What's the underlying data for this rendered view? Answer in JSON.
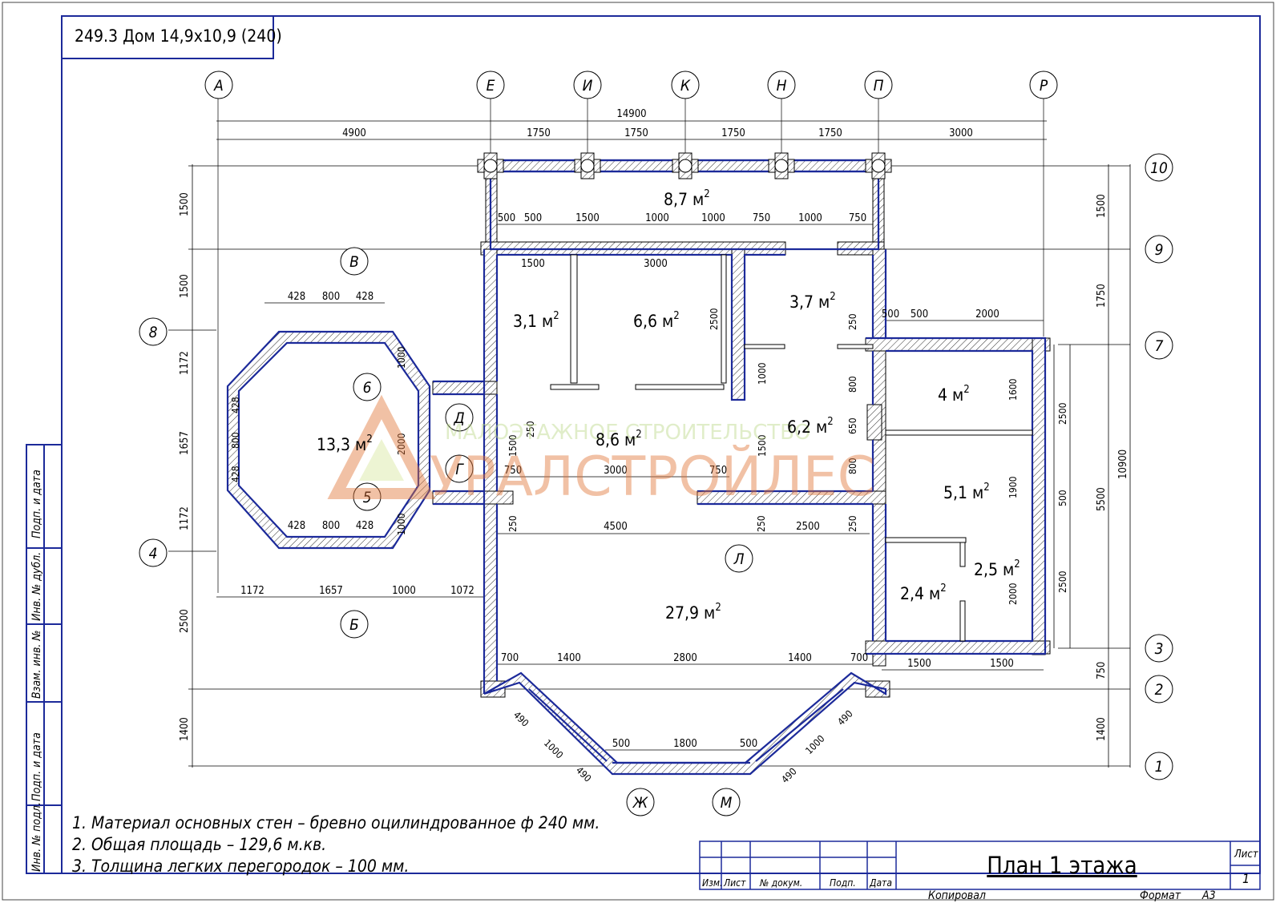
{
  "title_box": "249.3 Дом 14,9х10,9 (240)",
  "axes_top": [
    "А",
    "Е",
    "И",
    "К",
    "Н",
    "П",
    "Р"
  ],
  "axes_right": [
    "10",
    "9",
    "7",
    "3",
    "2",
    "1"
  ],
  "axes_left": [
    "8",
    "4"
  ],
  "axes_misc": [
    "В",
    "Б",
    "6",
    "5",
    "Д",
    "Г",
    "Л",
    "Ж",
    "М"
  ],
  "dims_top": {
    "total": "14900",
    "parts": [
      "4900",
      "1750",
      "1750",
      "1750",
      "1750",
      "3000"
    ]
  },
  "dims_left": [
    "1500",
    "1500",
    "1172",
    "1657",
    "1172",
    "2500",
    "1400"
  ],
  "dims_right": [
    "1500",
    "1750",
    "5500",
    "1400",
    "750",
    "10900"
  ],
  "dims_inner": {
    "row9": [
      "500",
      "500",
      "1500",
      "1000",
      "1000",
      "750",
      "1000",
      "750"
    ],
    "row_under9": [
      "1500",
      "3000"
    ],
    "octagon_top": [
      "428",
      "800",
      "428"
    ],
    "octagon_bottom": [
      "428",
      "800",
      "428"
    ],
    "octagon_left": [
      "428",
      "800",
      "428"
    ],
    "octagon_base": [
      "1172",
      "1657",
      "1000",
      "1072"
    ],
    "mid": [
      "750",
      "3000",
      "750"
    ],
    "lower": [
      "4500",
      "2500"
    ],
    "bay": [
      "700",
      "1400",
      "2800",
      "1400",
      "700"
    ],
    "bay2": [
      "500",
      "1800",
      "500"
    ],
    "bay_diag": [
      "490",
      "1000",
      "490",
      "490",
      "1000",
      "490"
    ],
    "right_stack": [
      "500",
      "500",
      "2000",
      "1600",
      "1900",
      "2000",
      "2500",
      "500",
      "2500",
      "1500",
      "1500"
    ],
    "vertical_misc": [
      "2500",
      "1000",
      "800",
      "650",
      "800",
      "250",
      "250",
      "250",
      "250",
      "250",
      "1500",
      "1500",
      "2000",
      "1000",
      "1000"
    ]
  },
  "rooms": [
    {
      "name": "r1",
      "area": "8,7 м",
      "sup": "2"
    },
    {
      "name": "r2",
      "area": "3,1 м",
      "sup": "2"
    },
    {
      "name": "r3",
      "area": "6,6 м",
      "sup": "2"
    },
    {
      "name": "r4",
      "area": "3,7 м",
      "sup": "2"
    },
    {
      "name": "r5",
      "area": "13,3 м",
      "sup": "2"
    },
    {
      "name": "r6",
      "area": "8,6 м",
      "sup": "2"
    },
    {
      "name": "r7",
      "area": "6,2 м",
      "sup": "2"
    },
    {
      "name": "r8",
      "area": "4 м",
      "sup": "2"
    },
    {
      "name": "r9",
      "area": "5,1 м",
      "sup": "2"
    },
    {
      "name": "r10",
      "area": "2,5 м",
      "sup": "2"
    },
    {
      "name": "r11",
      "area": "2,4 м",
      "sup": "2"
    },
    {
      "name": "r12",
      "area": "27,9 м",
      "sup": "2"
    }
  ],
  "watermark": {
    "line1": "МАЛОЭТАЖНОЕ СТРОИТЕЛЬСТВО",
    "line2": "УРАЛСТРОЙЛЕС"
  },
  "notes": [
    "1. Материал основных стен – бревно оцилиндрованное ф 240 мм.",
    "2. Общая площадь – 129,6 м.кв.",
    "3. Толщина легких перегородок – 100 мм."
  ],
  "side_stamp": [
    "Подп. и дата",
    "Инв. № дубл.",
    "Взам. инв. №",
    "Подп. и дата",
    "Инв. № подл."
  ],
  "title_block": {
    "cols": [
      "Изм.",
      "Лист",
      "№ докум.",
      "Подп.",
      "Дата"
    ],
    "sheet_title": "План 1 этажа",
    "sheet_label": "Лист",
    "sheet_no": "1",
    "copied": "Копировал",
    "format_label": "Формат",
    "format_value": "А3"
  }
}
